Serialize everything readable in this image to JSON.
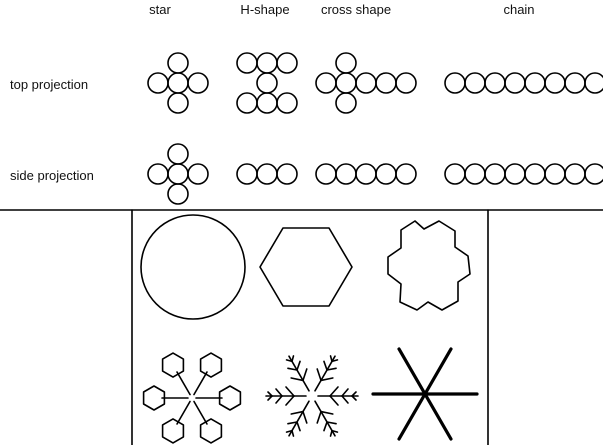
{
  "columns": [
    {
      "key": "star",
      "label": "star"
    },
    {
      "key": "hshape",
      "label": "H-shape"
    },
    {
      "key": "cross",
      "label": "cross shape"
    },
    {
      "key": "chain",
      "label": "chain"
    }
  ],
  "rows": [
    {
      "key": "top",
      "label": "top projection"
    },
    {
      "key": "side",
      "label": "side projection"
    }
  ]
}
